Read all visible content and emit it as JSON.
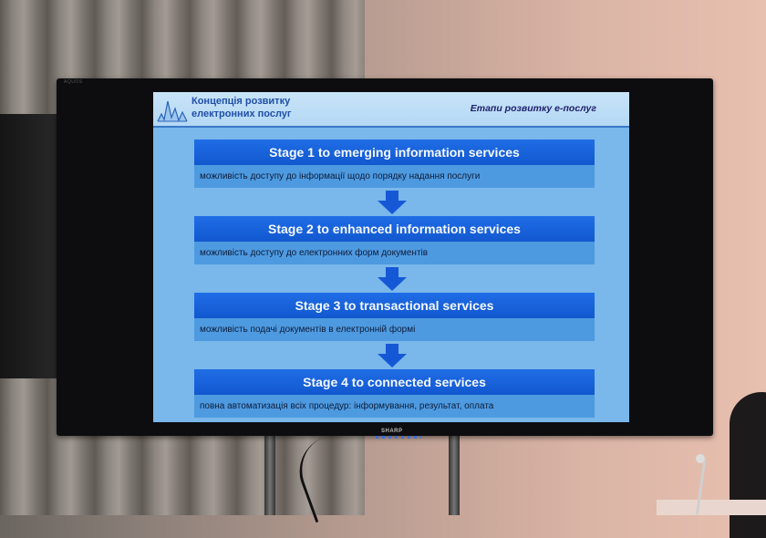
{
  "tv": {
    "brand_top": "AQUOS",
    "brand_logo": "SHARP"
  },
  "slide": {
    "header": {
      "title": "Концепція розвитку\nелектронних послуг",
      "right": "Етапи розвитку е-послуг"
    },
    "stages": [
      {
        "title": "Stage 1 to  emerging information services",
        "desc": "можливість доступу до інформації щодо порядку надання послуги"
      },
      {
        "title": "Stage 2 to enhanced information services",
        "desc": "можливість доступу до електронних форм документів"
      },
      {
        "title": "Stage 3 to transactional services",
        "desc": "можливість подачі документів в електронній формі"
      },
      {
        "title": "Stage 4 to connected services",
        "desc": "повна автоматизація всіх процедур: інформування, результат, оплата"
      }
    ]
  },
  "colors": {
    "slide_bg": "#7ab7ea",
    "stage_title_bg": "#1f6de6",
    "stage_desc_bg": "#4e9ae0",
    "arrow": "#1558d6"
  },
  "icons": [
    "chart-logo-icon",
    "down-arrow-icon"
  ]
}
